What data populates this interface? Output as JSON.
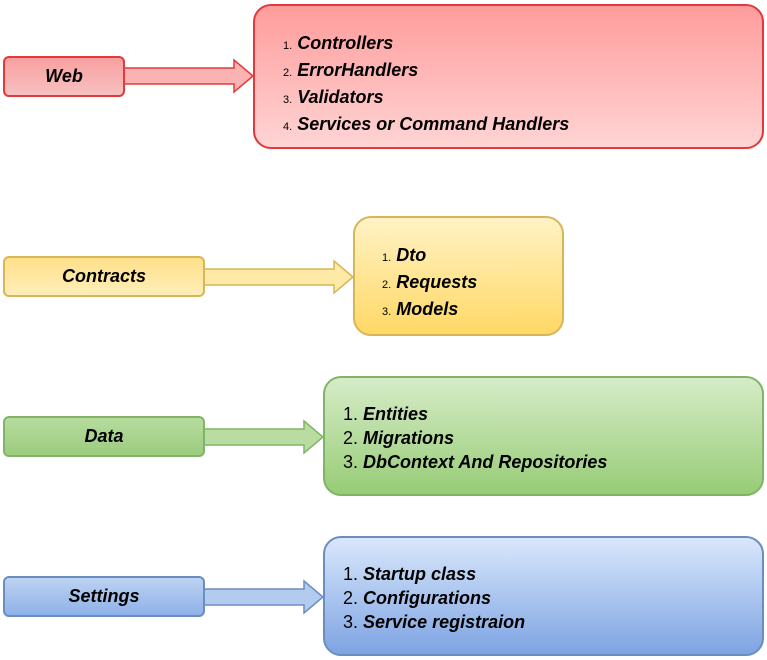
{
  "rows": [
    {
      "label": "Web",
      "items": [
        "Controllers",
        "ErrorHandlers",
        "Validators",
        "Services or Command Handlers"
      ]
    },
    {
      "label": "Contracts",
      "items": [
        "Dto",
        "Requests",
        "Models"
      ]
    },
    {
      "label": "Data",
      "items": [
        "Entities",
        "Migrations",
        "DbContext And Repositories"
      ]
    },
    {
      "label": "Settings",
      "items": [
        "Startup class",
        "Configurations",
        "Service registraion"
      ]
    }
  ],
  "numbers": [
    "1.",
    "2.",
    "3.",
    "4."
  ],
  "colors": {
    "web_border": "#e23a3a",
    "contracts_border": "#d6b656",
    "data_border": "#82b366",
    "settings_border": "#6c8ebf"
  }
}
